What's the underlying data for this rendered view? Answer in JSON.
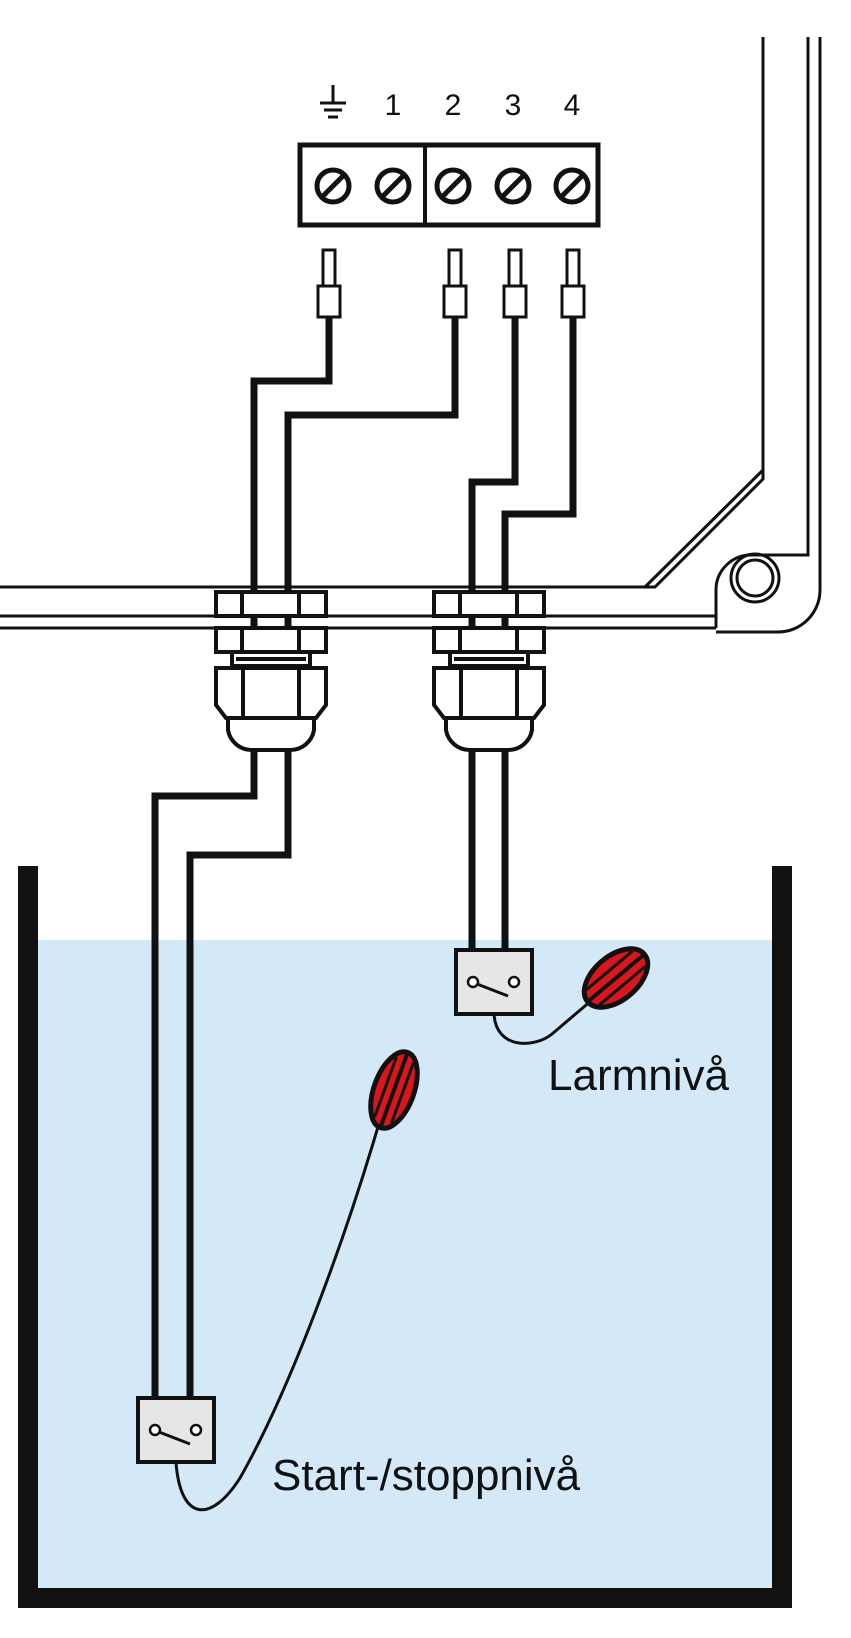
{
  "terminal_block": {
    "ground_label": "ground-symbol-icon",
    "labels": [
      "1",
      "2",
      "3",
      "4"
    ]
  },
  "float_switches": {
    "alarm_label": "Larmnivå",
    "startstop_label": "Start-/stoppnivå"
  },
  "colors": {
    "water": "#d4e9f8",
    "float_red": "#d9161c",
    "line": "#111111",
    "switch_box": "#e6e6e6"
  }
}
